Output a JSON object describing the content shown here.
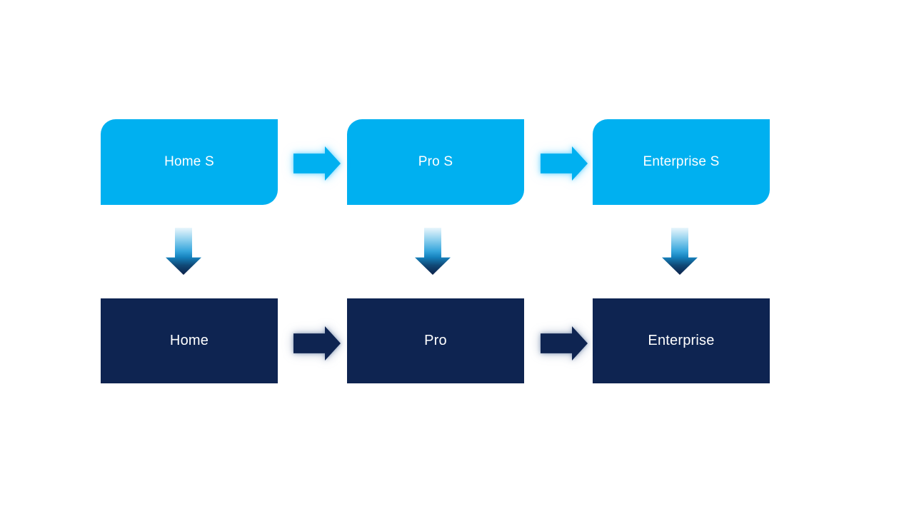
{
  "diagram": {
    "top_row": [
      {
        "label": "Home S"
      },
      {
        "label": "Pro S"
      },
      {
        "label": "Enterprise S"
      }
    ],
    "bottom_row": [
      {
        "label": "Home"
      },
      {
        "label": "Pro"
      },
      {
        "label": "Enterprise"
      }
    ],
    "connections": {
      "horizontal_arrow_icon": "right-arrow-icon",
      "vertical_arrow_icon": "down-arrow-icon"
    },
    "colors": {
      "background": "#FFFFFF",
      "top_box_fill": "#00B0F0",
      "bottom_box_fill": "#0E2451",
      "text": "#FFFFFF",
      "light_arrow": "#00B0F0",
      "dark_arrow": "#0E2451",
      "down_grad_0": "#EAF6FC",
      "down_grad_1": "#8FD0EE",
      "down_grad_2": "#35A5DC",
      "down_grad_3": "#1581BC",
      "down_grad_4": "#104875",
      "down_grad_5": "#0C2149"
    }
  }
}
